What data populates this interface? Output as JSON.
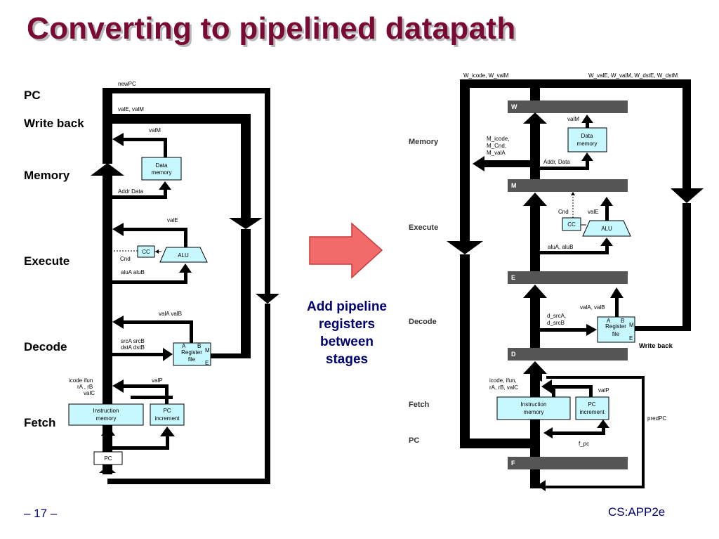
{
  "title": "Converting to pipelined datapath",
  "left": {
    "stages": {
      "pc": "PC",
      "write_back": "Write back",
      "memory": "Memory",
      "execute": "Execute",
      "decode": "Decode",
      "fetch": "Fetch"
    },
    "labels": {
      "newpc": "newPC",
      "vale_valm": "valE, valM",
      "valm": "valM",
      "addr_data": "Addr Data",
      "vale": "valE",
      "cnd": "Cnd",
      "alua_alub": "aluA  aluB",
      "vala_valb": "valA  valB",
      "srca_srcb": "srcA  srcB",
      "dsta_dstb": "dstA  dstB",
      "icode_ifun": "icode ifun",
      "ra_rb": "rA ,  rB",
      "valc": "valC",
      "valp": "valP"
    },
    "blocks": {
      "data_memory": [
        "Data",
        "memory"
      ],
      "cc": "CC",
      "alu": "ALU",
      "register_file": [
        "Register",
        "file"
      ],
      "rf_a": "A",
      "rf_b": "B",
      "rf_m": "M",
      "rf_e": "E",
      "instruction_memory": [
        "Instruction",
        "memory"
      ],
      "pc_increment": [
        "PC",
        "increment"
      ],
      "pc": "PC"
    }
  },
  "callout": [
    "Add pipeline",
    "registers",
    "between",
    "stages"
  ],
  "right": {
    "stages": {
      "memory": "Memory",
      "execute": "Execute",
      "decode": "Decode",
      "fetch": "Fetch",
      "pc": "PC"
    },
    "registers": {
      "w": "W",
      "m": "M",
      "e": "E",
      "d": "D",
      "f": "F"
    },
    "labels": {
      "w_icode_valm": "W_icode, W_valM",
      "w_vale_etc": "W_valE, W_valM, W_dstE, W_dstM",
      "valm": "valM",
      "m_icode": "M_icode,",
      "m_cnd": "M_Cnd,",
      "m_vala": "M_valA",
      "addr_data": "Addr, Data",
      "cnd": "Cnd",
      "vale": "valE",
      "alua_alub": "aluA, aluB",
      "vala_valb": "valA, valB",
      "d_srca": "d_srcA,",
      "d_srcb": "d_srcB",
      "write_back": "Write back",
      "icode_ifun": "icode, ifun,",
      "ra_rb_valc": "rA, rB, valC",
      "valp": "valP",
      "predpc": "predPC",
      "f_pc": "f_pc"
    },
    "blocks": {
      "data_memory": [
        "Data",
        "memory"
      ],
      "cc": "CC",
      "alu": "ALU",
      "register_file": [
        "Register",
        "file"
      ],
      "rf_a": "A",
      "rf_b": "B",
      "rf_m": "M",
      "rf_e": "E",
      "instruction_memory": [
        "Instruction",
        "memory"
      ],
      "pc_increment": [
        "PC",
        "increment"
      ]
    }
  },
  "footer": {
    "page": "– 17 –",
    "course": "CS:APP2e"
  },
  "colors": {
    "title": "#7a0a33",
    "block_fill": "#c8f8ff",
    "register_fill": "#555555",
    "callout": "#00006e",
    "arrow": "#f26a6a"
  }
}
